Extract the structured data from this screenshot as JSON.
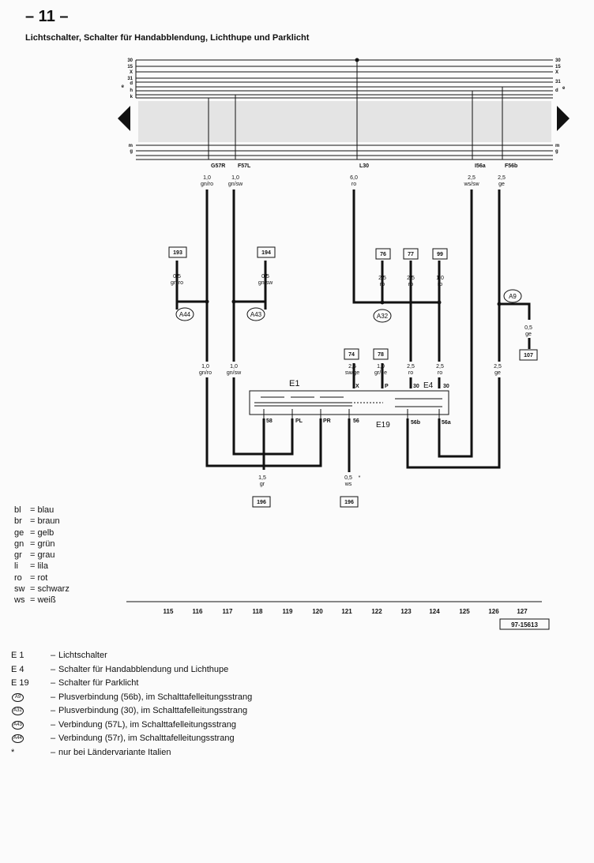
{
  "page": {
    "number": "– 11 –",
    "title": "Lichtschalter, Schalter für Handabblendung, Lichthupe und Parklicht",
    "doc_ref": "97-15613"
  },
  "rails": {
    "left_labels": [
      "30",
      "15",
      "X",
      "31",
      "d",
      "h",
      "k",
      "m",
      "g"
    ],
    "right_labels": [
      "30",
      "15",
      "X",
      "31",
      "d",
      "e",
      "m",
      "g"
    ],
    "left_e": "e"
  },
  "wires": [
    {
      "id": "G57R",
      "cross": "1,0",
      "color": "gn/ro"
    },
    {
      "id": "F57L",
      "cross": "1,0",
      "color": "gn/sw"
    },
    {
      "id": "L30",
      "cross": "6,0",
      "color": "ro"
    },
    {
      "id": "I56a",
      "cross": "2,5",
      "color": "ws/sw"
    },
    {
      "id": "F56b",
      "cross": "2,5",
      "color": "ge"
    }
  ],
  "connector_boxes": [
    "193",
    "194",
    "76",
    "77",
    "99",
    "74",
    "78",
    "107",
    "196",
    "196"
  ],
  "mid_labels": [
    {
      "cross": "0,5",
      "color": "gn/ro"
    },
    {
      "cross": "0,5",
      "color": "gn/sw"
    },
    {
      "cross": "2,5",
      "color": "ro"
    },
    {
      "cross": "2,5",
      "color": "ro"
    },
    {
      "cross": "1,0",
      "color": "ro"
    },
    {
      "cross": "0,5",
      "color": "ge"
    }
  ],
  "lower_labels": [
    {
      "cross": "1,0",
      "color": "gn/ro"
    },
    {
      "cross": "1,0",
      "color": "gn/sw"
    },
    {
      "cross": "2,5",
      "color": "sw/ge"
    },
    {
      "cross": "1,0",
      "color": "gr/ge"
    },
    {
      "cross": "2,5",
      "color": "ro"
    },
    {
      "cross": "2,5",
      "color": "ro"
    },
    {
      "cross": "2,5",
      "color": "ge"
    }
  ],
  "bottom_labels": [
    {
      "cross": "1,5",
      "color": "gr"
    },
    {
      "cross": "0,5",
      "color": "ws",
      "note": "*"
    }
  ],
  "connections": [
    "A44",
    "A43",
    "A32",
    "A9"
  ],
  "components": {
    "e1": "E1",
    "e4": "E4",
    "e19": "E19"
  },
  "terminals": [
    "X",
    "P",
    "30",
    "30",
    "58",
    "PL",
    "PR",
    "56",
    "56b",
    "56a"
  ],
  "scale": [
    "115",
    "116",
    "117",
    "118",
    "119",
    "120",
    "121",
    "122",
    "123",
    "124",
    "125",
    "126",
    "127"
  ],
  "color_legend": [
    {
      "code": "bl",
      "name": "blau"
    },
    {
      "code": "br",
      "name": "braun"
    },
    {
      "code": "ge",
      "name": "gelb"
    },
    {
      "code": "gn",
      "name": "grün"
    },
    {
      "code": "gr",
      "name": "grau"
    },
    {
      "code": "li",
      "name": "lila"
    },
    {
      "code": "ro",
      "name": "rot"
    },
    {
      "code": "sw",
      "name": "schwarz"
    },
    {
      "code": "ws",
      "name": "weiß"
    }
  ],
  "component_legend": [
    {
      "code": "E 1",
      "text": "Lichtschalter"
    },
    {
      "code": "E 4",
      "text": "Schalter für Handabblendung und Lichthupe"
    },
    {
      "code": "E 19",
      "text": "Schalter für Parklicht"
    },
    {
      "code": "A9",
      "circle": true,
      "text": "Plusverbindung (56b), im Schalttafelleitungsstrang"
    },
    {
      "code": "A32",
      "circle": true,
      "text": "Plusverbindung (30), im Schalttafelleitungsstrang"
    },
    {
      "code": "A43",
      "circle": true,
      "text": "Verbindung (57L), im Schalttafelleitungsstrang"
    },
    {
      "code": "A44",
      "circle": true,
      "text": "Verbindung (57r), im Schalttafelleitungsstrang"
    },
    {
      "code": "*",
      "text": "nur bei Ländervariante Italien"
    }
  ]
}
